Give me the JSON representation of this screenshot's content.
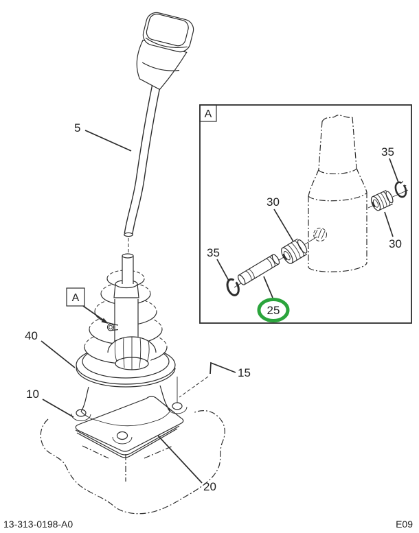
{
  "document": {
    "part_number": "13-313-0198-A0",
    "sheet_code": "E09"
  },
  "detail": {
    "marker": "A"
  },
  "callouts": {
    "lever": "5",
    "mounting_plate": "10",
    "bolt": "15",
    "gasket": "20",
    "pin": "25",
    "bushing": "30",
    "snap_ring": "35",
    "boot": "40"
  },
  "colors": {
    "line": "#2b2b2b",
    "highlight": "#2ba43c",
    "background": "#ffffff"
  }
}
